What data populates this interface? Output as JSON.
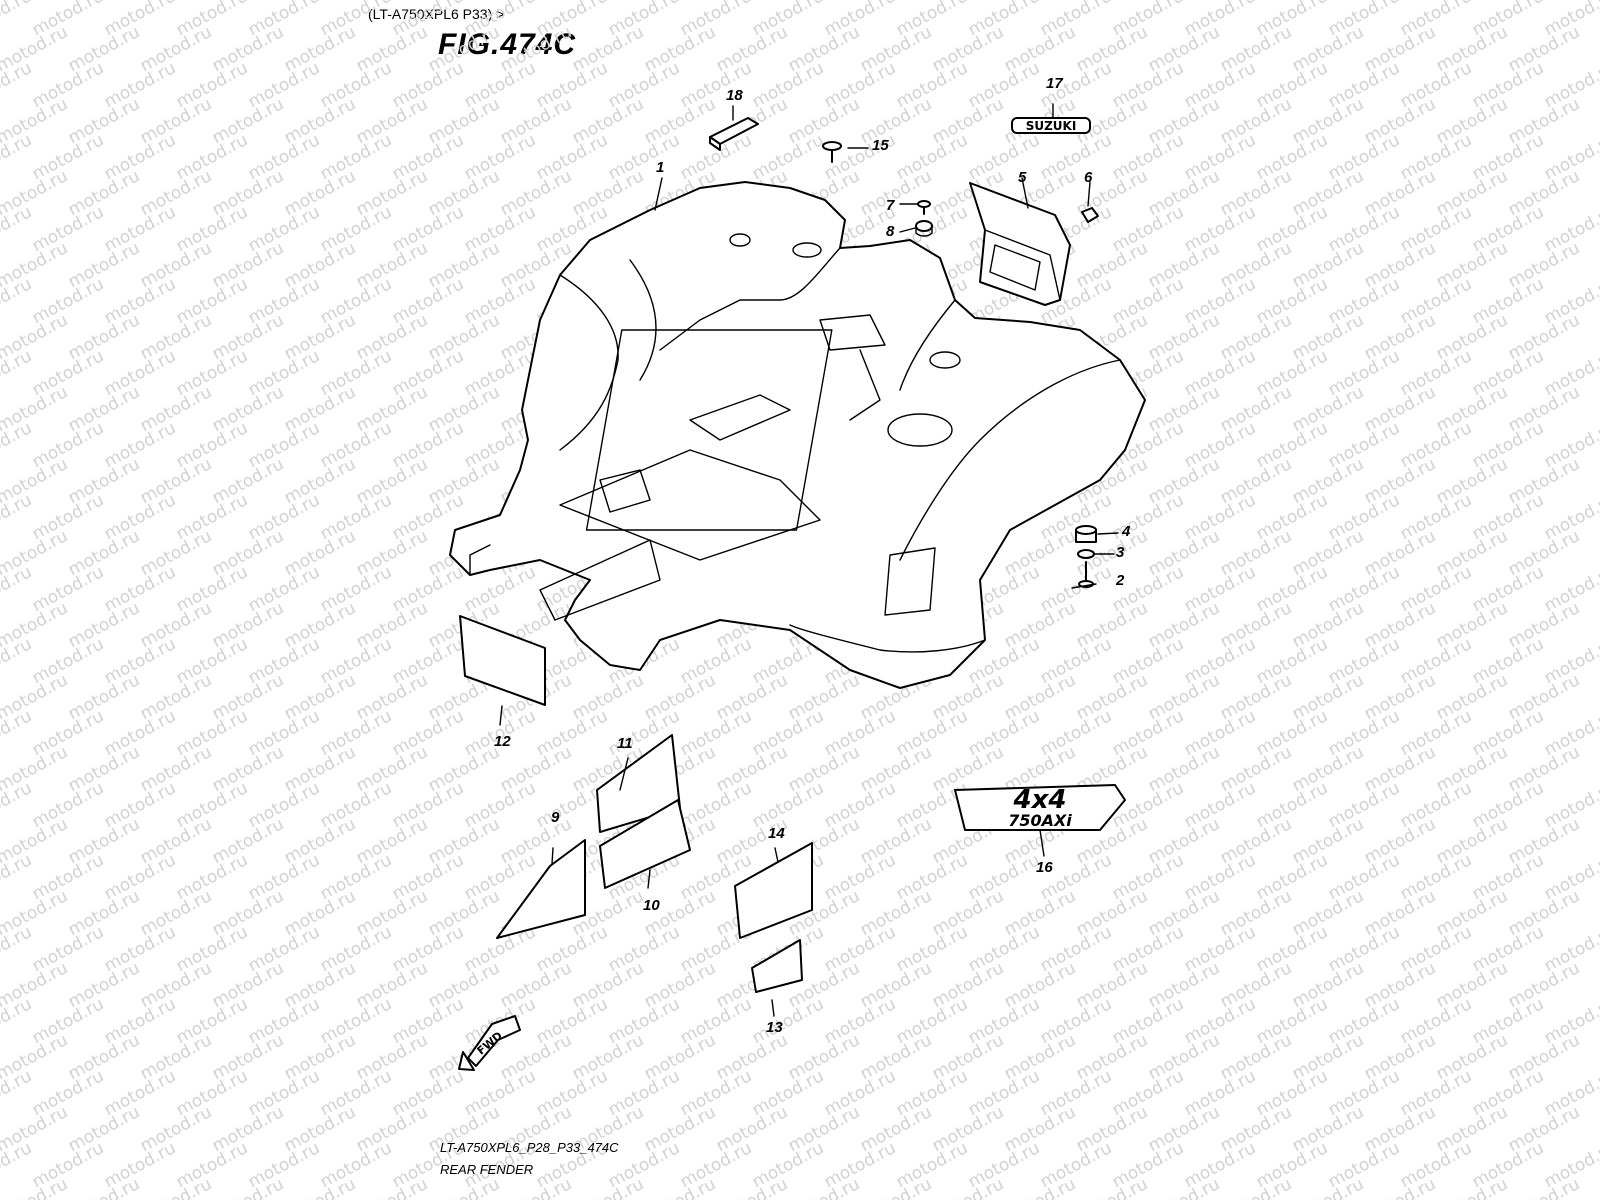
{
  "header": {
    "model_ref": "(LT-A750XPL6 P33) >",
    "figure": "FIG.474C"
  },
  "footer": {
    "code": "LT-A750XPL6_P28_P33_474C",
    "part_name": "REAR FENDER"
  },
  "watermark": {
    "text": "motod.ru",
    "color": "#d2d2d2"
  },
  "callouts": [
    "1",
    "2",
    "3",
    "4",
    "5",
    "6",
    "7",
    "8",
    "9",
    "10",
    "11",
    "12",
    "13",
    "14",
    "15",
    "16",
    "17",
    "18"
  ],
  "emblems": {
    "brand": "SUZUKI",
    "model_line1": "4x4",
    "model_line2": "750AXi"
  },
  "direction": {
    "label": "FWD"
  }
}
